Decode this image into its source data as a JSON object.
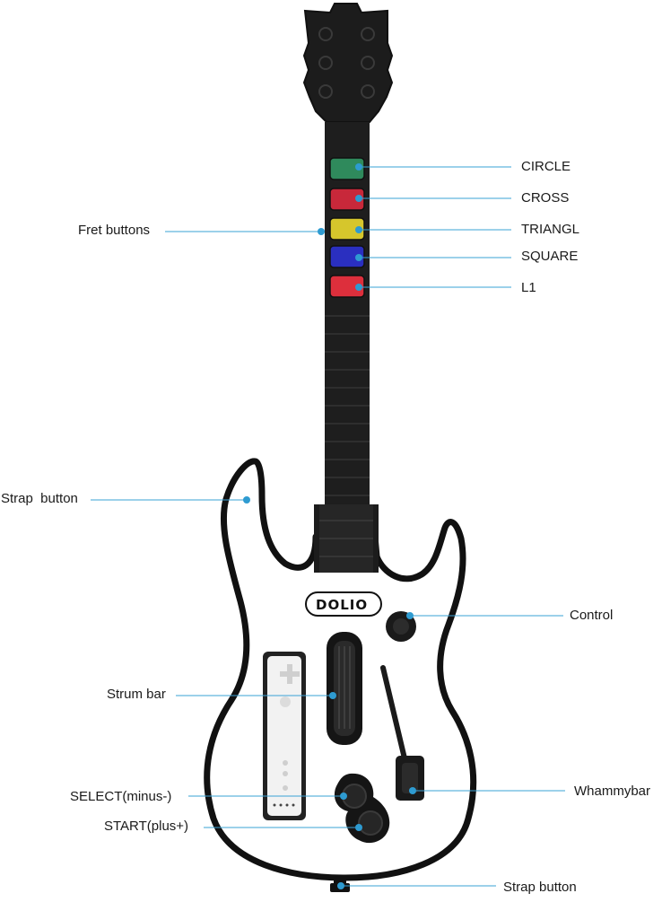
{
  "brand": {
    "logo_text": "DOLIO"
  },
  "colors": {
    "body": "#ffffff",
    "outline": "#111111",
    "neck": "#1c1c1c",
    "leader": "#3aa3d6",
    "fret_green": "#2f8a5c",
    "fret_red": "#c8283a",
    "fret_yellow": "#d6c62c",
    "fret_blue": "#2a2fc0",
    "fret_red2": "#dd2f3c"
  },
  "labels": {
    "circle": "CIRCLE",
    "cross": "CROSS",
    "triangle": "TRIANGL",
    "square": "SQUARE",
    "l1": "L1",
    "fret_buttons": "Fret buttons",
    "strap_button_top": "Strap  button",
    "control": "Control",
    "strum_bar": "Strum bar",
    "whammy_bar": "Whammybar",
    "select": "SELECT(minus-)",
    "start": "START(plus+)",
    "strap_button_bottom": "Strap button"
  }
}
